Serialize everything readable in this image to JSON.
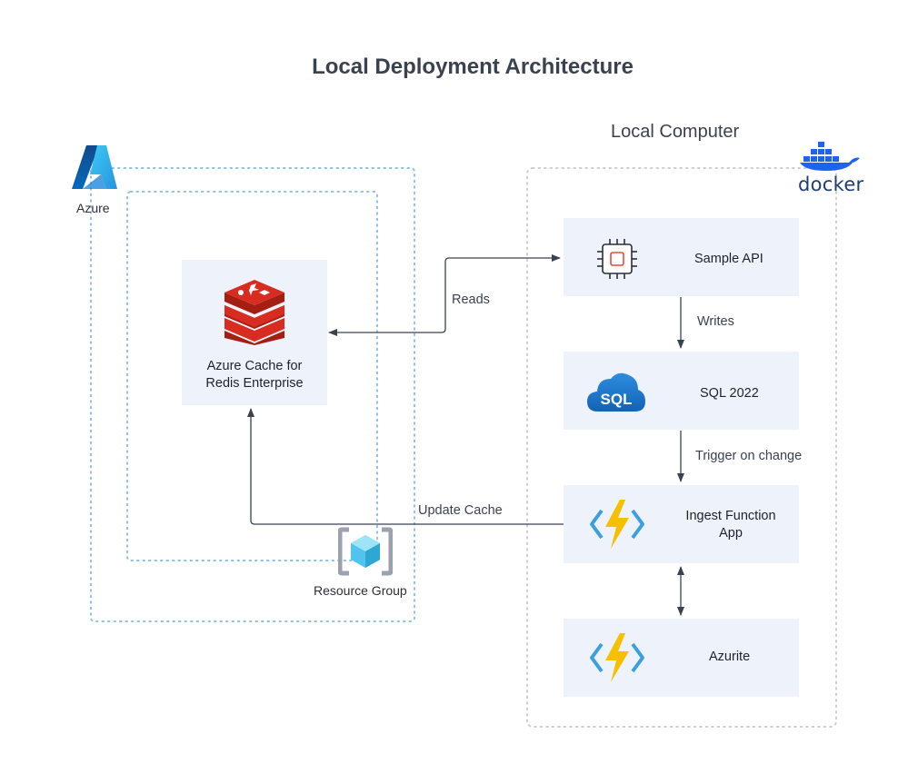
{
  "title": "Local Deployment Architecture",
  "azure": {
    "label": "Azure",
    "icon": "azure-logo-icon",
    "color": "#0078d4"
  },
  "resource_group": {
    "label": "Resource Group",
    "icon": "resource-group-icon"
  },
  "local": {
    "title": "Local Computer",
    "docker_label": "docker",
    "docker_color": "#1d63ed"
  },
  "nodes": {
    "redis": {
      "label_line1": "Azure Cache for",
      "label_line2": "Redis Enterprise",
      "icon": "redis-icon",
      "color": "#d82c20"
    },
    "sample_api": {
      "label": "Sample API",
      "icon": "processor-chip-icon"
    },
    "sql": {
      "label": "SQL 2022",
      "icon_text": "SQL",
      "icon": "sql-cloud-icon"
    },
    "ingest": {
      "label_line1": "Ingest Function",
      "label_line2": "App",
      "icon": "function-app-icon"
    },
    "azurite": {
      "label": "Azurite",
      "icon": "function-app-icon"
    }
  },
  "edges": {
    "reads": "Reads",
    "writes": "Writes",
    "trigger": "Trigger on change",
    "update_cache": "Update Cache"
  },
  "colors": {
    "node_fill": "#eef2fa",
    "azure_border": "#8fc1e8",
    "local_border": "#c9ced6",
    "arrow": "#3a4250",
    "lightning": "#f6c000",
    "function_brackets": "#3aa0de"
  }
}
